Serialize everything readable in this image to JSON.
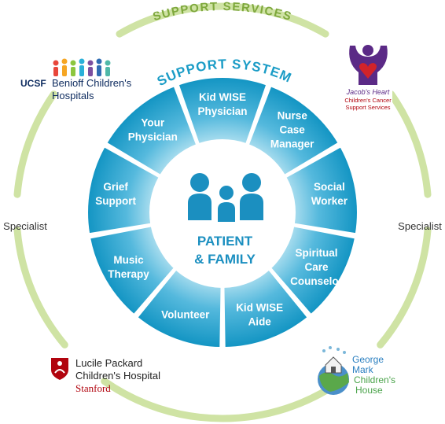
{
  "outer_ring": {
    "title": "SUPPORT SERVICES",
    "left_label": "Specialist",
    "right_label": "Specialist"
  },
  "inner_ring": {
    "title": "SUPPORT SYSTEM",
    "segments": [
      {
        "lines": [
          "Kid WISE",
          "Physician"
        ]
      },
      {
        "lines": [
          "Nurse",
          "Case",
          "Manager"
        ]
      },
      {
        "lines": [
          "Social",
          "Worker"
        ]
      },
      {
        "lines": [
          "Spiritual",
          "Care",
          "Counselor"
        ]
      },
      {
        "lines": [
          "Kid WISE",
          "Aide"
        ]
      },
      {
        "lines": [
          "Volunteer"
        ]
      },
      {
        "lines": [
          "Music",
          "Therapy"
        ]
      },
      {
        "lines": [
          "Grief",
          "Support"
        ]
      },
      {
        "lines": [
          "Your",
          "Physician"
        ]
      }
    ]
  },
  "center": {
    "line1": "PATIENT",
    "line2": "& FAMILY"
  },
  "logos": {
    "ucsf": {
      "prefix": "UCSF",
      "line1": "Benioff Children's",
      "line2": "Hospitals"
    },
    "jacobs_heart": {
      "line1": "Jacob's Heart",
      "line2": "Children's Cancer",
      "line3": "Support Services"
    },
    "lucile_packard": {
      "line1": "Lucile Packard",
      "line2": "Children's Hospital",
      "line3": "Stanford"
    },
    "george_mark": {
      "line1": "George",
      "line2": "Mark",
      "line3": "Children's",
      "line4": "House"
    }
  },
  "colors": {
    "ring_green": "#cfe3a4",
    "title_green": "#7ea83c",
    "teal_dark": "#1a9cc6",
    "teal_light": "#b6e3f1",
    "center_blue": "#1b8fc0",
    "jacob_purple": "#5b2a86",
    "stanford_red": "#b1040e"
  }
}
